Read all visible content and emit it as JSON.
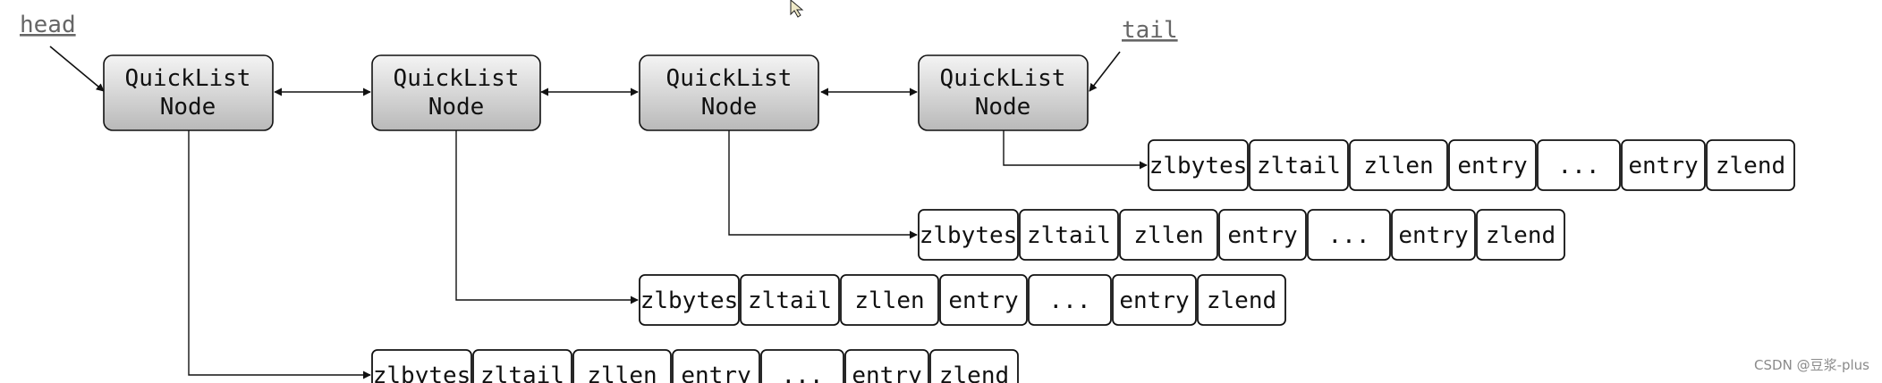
{
  "labels": {
    "head": "head",
    "tail": "tail"
  },
  "nodes": [
    {
      "line1": "QuickList",
      "line2": "Node"
    },
    {
      "line1": "QuickList",
      "line2": "Node"
    },
    {
      "line1": "QuickList",
      "line2": "Node"
    },
    {
      "line1": "QuickList",
      "line2": "Node"
    }
  ],
  "ziplists": [
    [
      "zlbytes",
      "zltail",
      "zllen",
      "entry",
      "...",
      "entry",
      "zlend"
    ],
    [
      "zlbytes",
      "zltail",
      "zllen",
      "entry",
      "...",
      "entry",
      "zlend"
    ],
    [
      "zlbytes",
      "zltail",
      "zllen",
      "entry",
      "...",
      "entry",
      "zlend"
    ],
    [
      "zlbytes",
      "zltail",
      "zllen",
      "entry",
      "...",
      "entry",
      "zlend"
    ]
  ],
  "watermark": "CSDN @豆浆-plus",
  "colors": {
    "node_top": "#f4f4f4",
    "node_bottom": "#b9b9b9",
    "stroke": "#111111",
    "label": "#666666"
  }
}
